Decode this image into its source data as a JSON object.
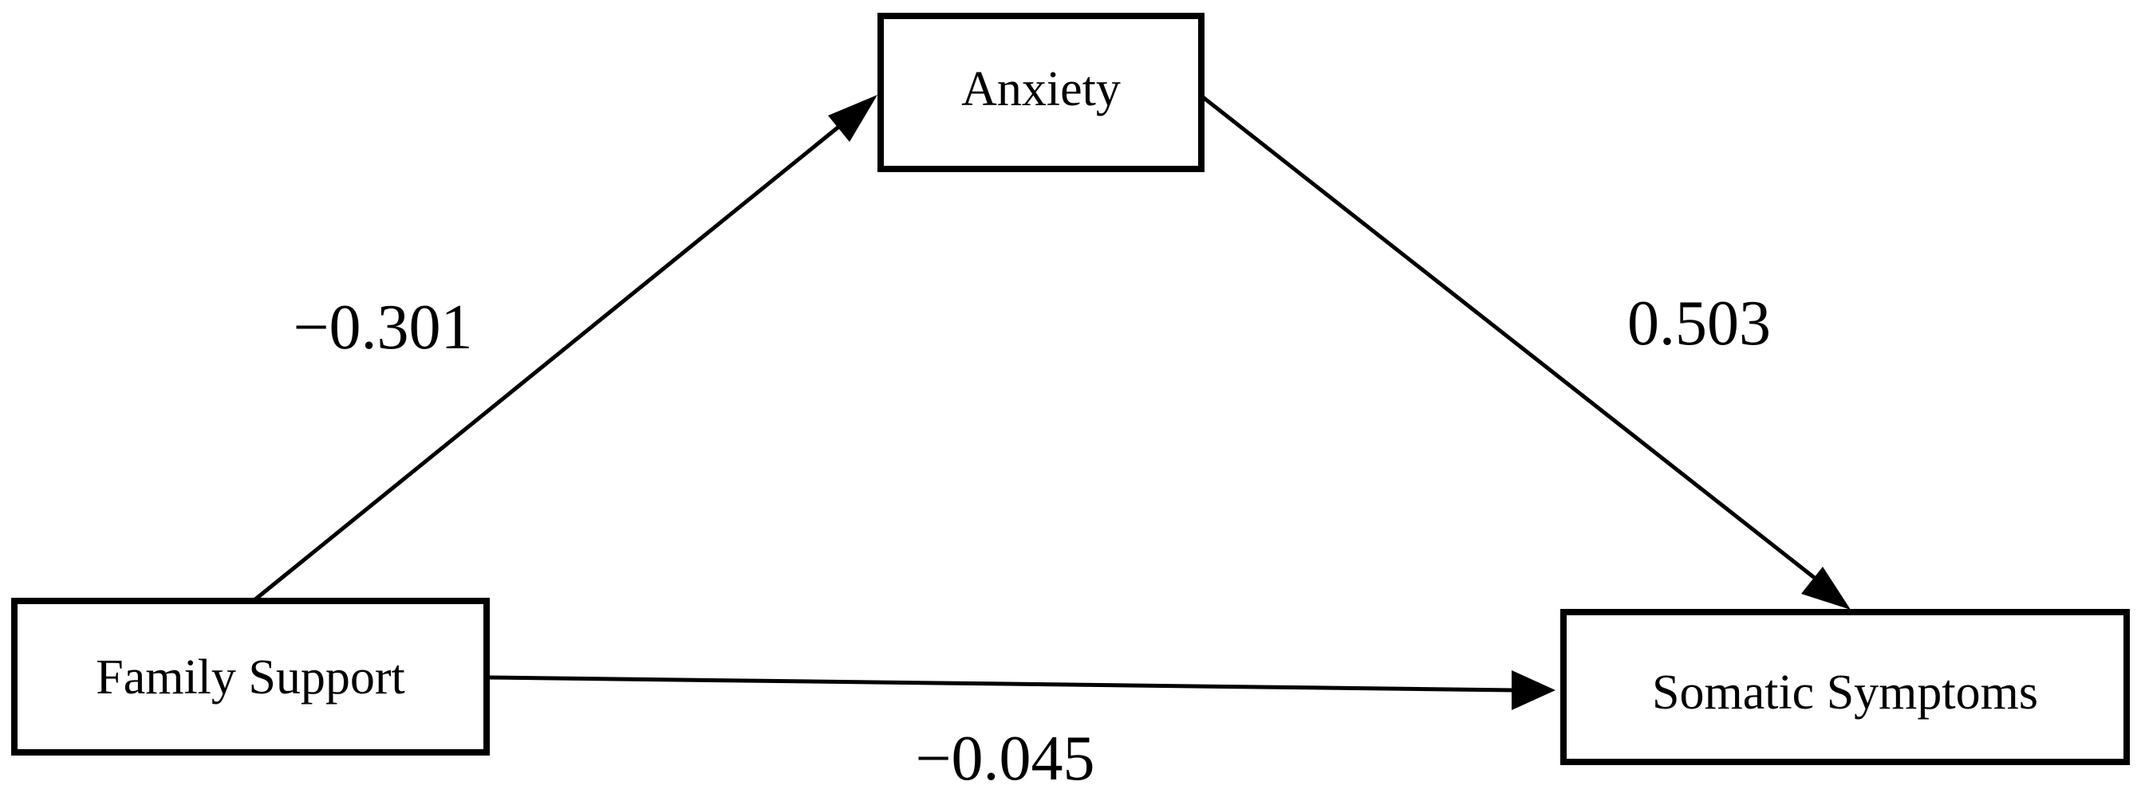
{
  "nodes": {
    "anxiety": {
      "label": "Anxiety"
    },
    "family_support": {
      "label": "Family Support"
    },
    "somatic_symptoms": {
      "label": "Somatic Symptoms"
    }
  },
  "paths": {
    "family_to_anxiety": {
      "coefficient": "−0.301"
    },
    "anxiety_to_somatic": {
      "coefficient": "0.503"
    },
    "family_to_somatic": {
      "coefficient": "−0.045"
    }
  },
  "colors": {
    "stroke": "#000000",
    "background": "#ffffff"
  }
}
